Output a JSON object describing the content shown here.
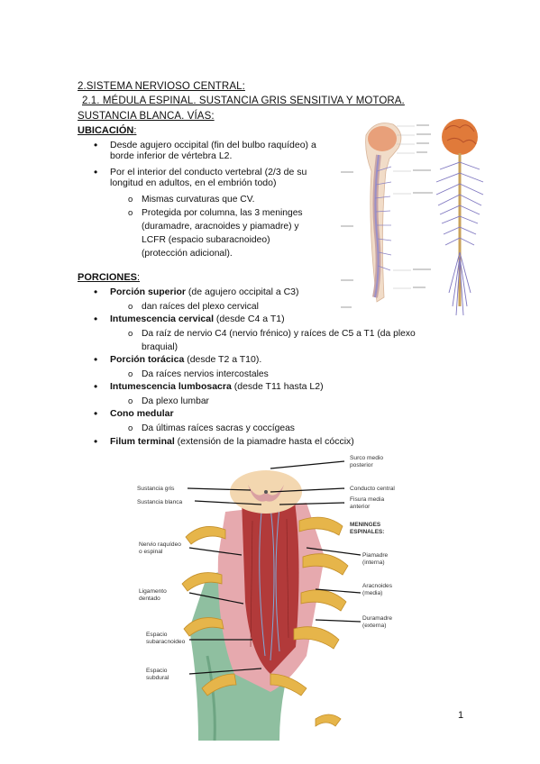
{
  "header": {
    "line1": "2.SISTEMA NERVIOSO CENTRAL:",
    "line2": "2.1. MÉDULA ESPINAL. SUSTANCIA GRIS SENSITIVA Y MOTORA.",
    "line3": "SUSTANCIA BLANCA. VÍAS:"
  },
  "ubicacion": {
    "title": "UBICACIÓN",
    "colon": ":",
    "b1a": "Desde agujero occipital (fin del bulbo raquídeo) a",
    "b1b": "borde inferior de vértebra L2.",
    "b2a": "Por el interior del conducto vertebral (2/3 de su",
    "b2b": "longitud en adultos, en el embrión todo)",
    "s1": "Mismas curvaturas que CV.",
    "s2a": "Protegida por columna, las 3 meninges",
    "s2b": "(duramadre, aracnoides y piamadre) y",
    "s2c": "LCFR (espacio subaracnoideo)",
    "s2d": "(protección adicional).",
    "sub_marker": "o"
  },
  "porciones": {
    "title": "PORCIONES",
    "colon": ":",
    "p1_bold": "Porción superior",
    "p1_rest": " (de agujero occipital a C3)",
    "p1_s": "dan raíces del plexo cervical",
    "p2_bold": "Intumescencia cervical",
    "p2_rest": " (desde C4 a T1)",
    "p2_sa": "Da raíz de nervio C4 (nervio frénico) y raíces de C5 a T1 (da plexo",
    "p2_sb": "braquial)",
    "p3_bold": "Porción torácica",
    "p3_rest": " (desde T2 a T10).",
    "p3_s": "Da raíces nervios intercostales",
    "p4_bold": "Intumescencia lumbosacra",
    "p4_rest": " (desde T11 hasta L2)",
    "p4_s": "Da plexo lumbar",
    "p5_bold": "Cono medular",
    "p5_s": "Da últimas raíces sacras y coccígeas",
    "p6_bold": "Filum terminal",
    "p6_rest": " (extensión de la piamadre hasta el cóccix)"
  },
  "figure_labels": {
    "surco": "Surco medio",
    "surco2": "posterior",
    "gris": "Sustancia gris",
    "blanca": "Sustancia blanca",
    "conducto": "Conducto central",
    "fisura": "Fisura media",
    "fisura2": "anterior",
    "meninges": "MENINGES",
    "meninges2": "ESPINALES:",
    "nervio": "Nervio raquídeo",
    "nervio2": "o espinal",
    "piamadre": "Piamadre",
    "piamadre2": "(interna)",
    "ligamento": "Ligamento",
    "ligamento2": "dentado",
    "aracnoides": "Aracnoides",
    "aracnoides2": "(media)",
    "duramadre": "Duramadre",
    "duramadre2": "(externa)",
    "subarac": "Espacio",
    "subarac2": "subaracnoideo",
    "subdural": "Espacio",
    "subdural2": "subdural"
  },
  "page_number": "1",
  "colors": {
    "spinal_red": "#b23a3a",
    "dura_green": "#8fbfa0",
    "nerve_yellow": "#e6b54a",
    "brain_orange": "#e07a3a"
  }
}
